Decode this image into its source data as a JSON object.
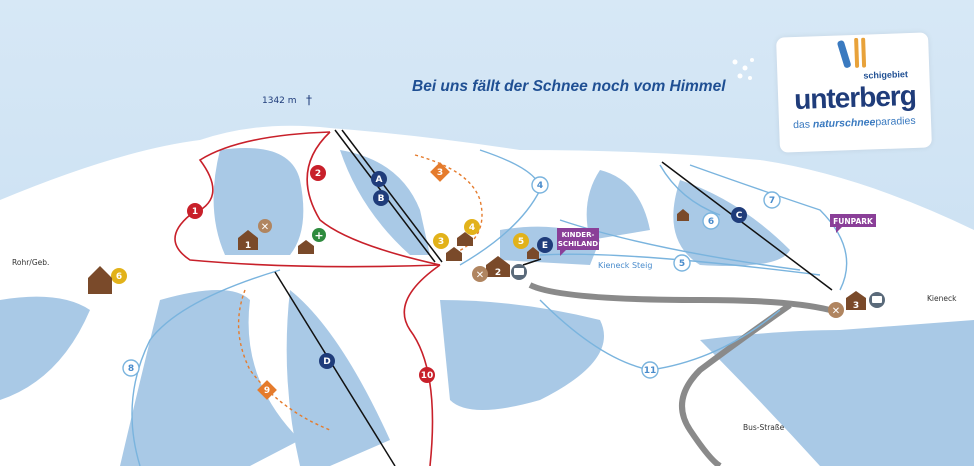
{
  "headline": "Bei uns fällt der Schnee noch vom Himmel",
  "logo": {
    "prefix": "schigebiet",
    "name": "unterberg",
    "tagline_a": "das ",
    "tagline_b": "naturschnee",
    "tagline_c": "paradies"
  },
  "peak": {
    "label": "1342 m",
    "icon": "cross-icon"
  },
  "places": {
    "rohr": "Rohr/Geb.",
    "kieneck": "Kieneck",
    "kieneck_steig": "Kieneck Steig",
    "bus_strasse": "Bus-Straße",
    "funpark": "FUNPARK",
    "kinder_1": "KINDER-",
    "kinder_2": "SCHILAND"
  },
  "slopes": {
    "s1": "1",
    "s2": "2",
    "s3": "3",
    "s4": "4",
    "s5": "5",
    "s6": "6",
    "s7": "7",
    "s8": "8",
    "s9": "9",
    "s10": "10",
    "s11": "11"
  },
  "lifts": {
    "a": "A",
    "b": "B",
    "c": "C",
    "d": "D",
    "e": "E"
  },
  "huts": {
    "h1": "1",
    "h2": "2",
    "h3": "3"
  },
  "restaurants": {
    "r3": "3",
    "r4": "4",
    "r5": "5",
    "r6": "6"
  },
  "colors": {
    "red_slope": "#c8202a",
    "blue_slope": "#7ab4de",
    "orange_route": "#e57b2c",
    "lift": "#1f3c7a",
    "hut": "#7a4a2a",
    "restaurant": "#e2b21a",
    "funpark": "#8a3f98"
  }
}
